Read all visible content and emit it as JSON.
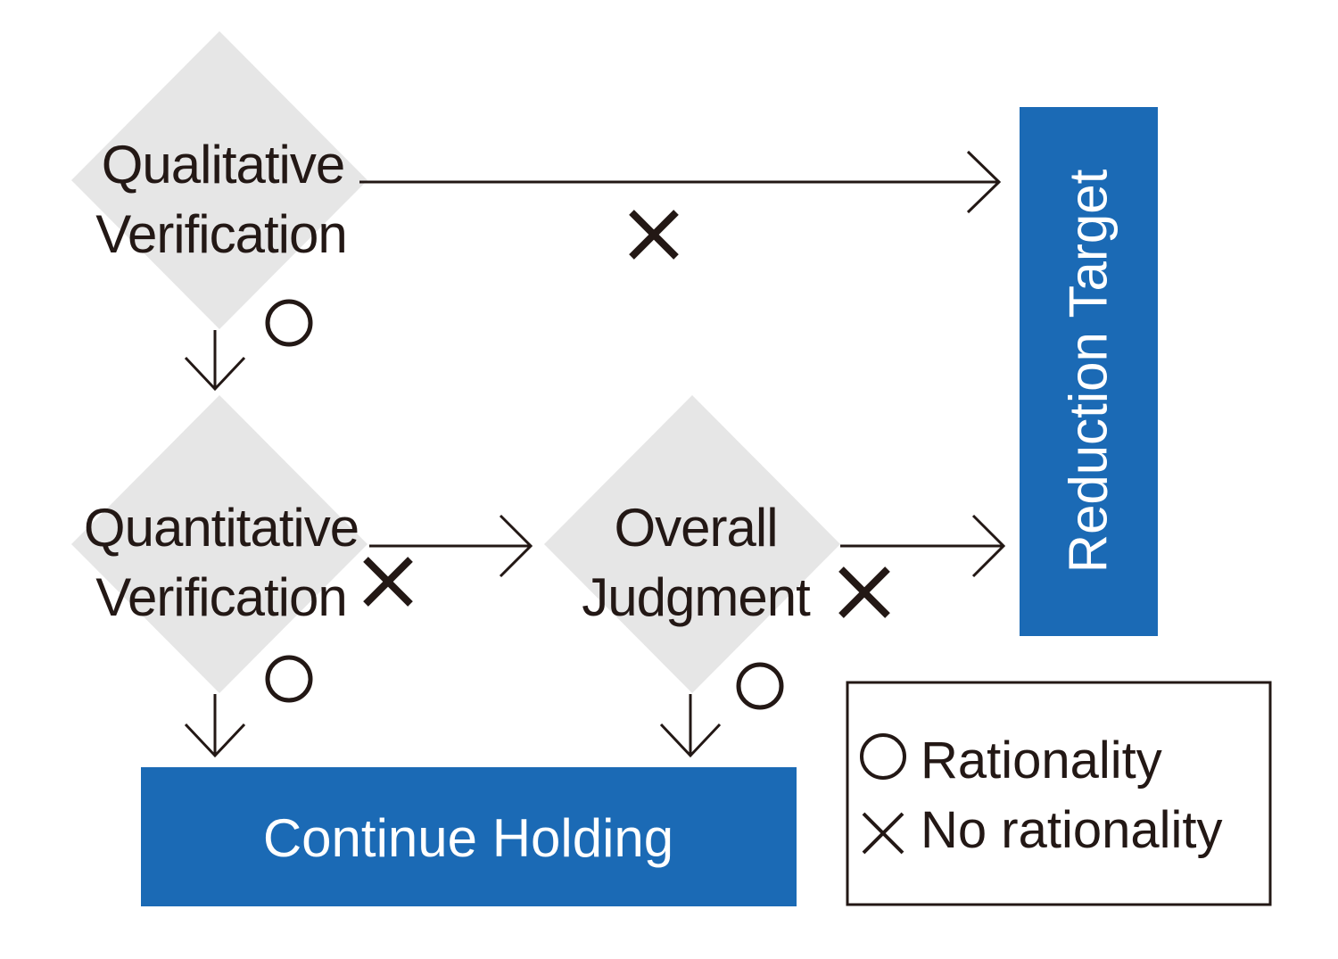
{
  "nodes": {
    "qualitative": {
      "line1": "Qualitative",
      "line2": "Verification"
    },
    "quantitative": {
      "line1": "Quantitative",
      "line2": "Verification"
    },
    "overall": {
      "line1": "Overall",
      "line2": "Judgment"
    }
  },
  "outcomes": {
    "reduction_target": "Reduction Target",
    "continue_holding": "Continue Holding"
  },
  "legend": {
    "rationality": "Rationality",
    "no_rationality": "No rationality"
  },
  "colors": {
    "diamond": "#e6e6e6",
    "box": "#1b6ab5",
    "ink": "#231815"
  }
}
